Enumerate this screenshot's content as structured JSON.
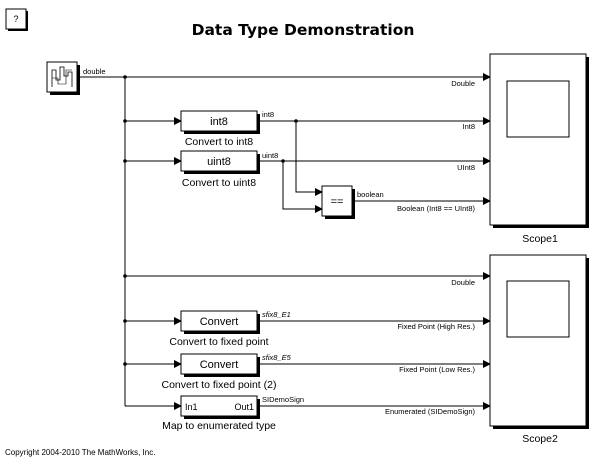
{
  "title": "Data Type Demonstration",
  "help_button": "?",
  "copyright": "Copyright 2004-2010 The MathWorks, Inc.",
  "source": {
    "output_type": "double"
  },
  "blocks": {
    "int8": {
      "label": "int8",
      "caption": "Convert to int8",
      "output_type": "int8"
    },
    "uint8": {
      "label": "uint8",
      "caption": "Convert to uint8",
      "output_type": "uint8"
    },
    "relop": {
      "label": "==",
      "output_type": "boolean"
    },
    "fixed_hi": {
      "label": "Convert",
      "caption": "Convert to fixed point",
      "output_type": "sfix8_E1"
    },
    "fixed_lo": {
      "label": "Convert",
      "caption": "Convert to fixed point (2)",
      "output_type": "sfix8_E5"
    },
    "enum": {
      "in_port": "In1",
      "out_port": "Out1",
      "caption": "Map to enumerated type",
      "output_type": "SIDemoSign"
    }
  },
  "scope1": {
    "caption": "Scope1",
    "inputs": [
      "Double",
      "Int8",
      "UInt8",
      "Boolean (Int8 == UInt8)"
    ]
  },
  "scope2": {
    "caption": "Scope2",
    "inputs": [
      "Double",
      "Fixed Point (High Res.)",
      "Fixed Point (Low Res.)",
      "Enumerated (SIDemoSign)"
    ]
  }
}
